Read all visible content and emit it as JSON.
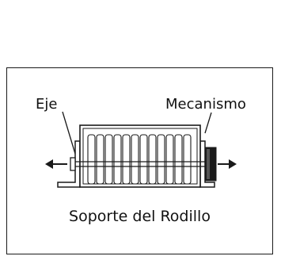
{
  "diagram": {
    "label_left": "Eje",
    "label_right": "Mecanismo",
    "caption": "Soporte del Rodillo",
    "colors": {
      "line": "#1a1a1a",
      "fill": "#ffffff",
      "dark": "#1a1a1a"
    },
    "parts": [
      "shaft",
      "roller",
      "left-bracket",
      "right-bracket",
      "mechanism-block",
      "left-arrow",
      "right-arrow"
    ]
  }
}
